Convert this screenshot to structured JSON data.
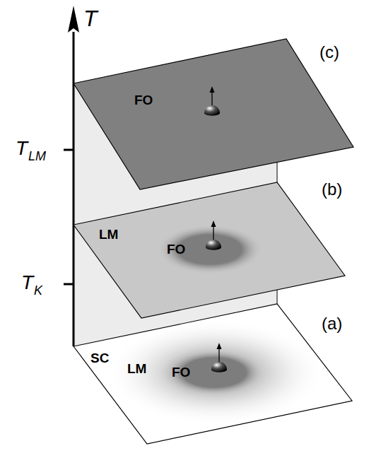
{
  "diagram": {
    "nodes": [
      {
        "text": [
          "(c)",
          "FO"
        ]
      },
      {
        "text": [
          "(b)",
          "LM"
        ]
      },
      {
        "text": [
          "FO"
        ],
        "in": 1
      },
      {
        "text": [
          "(a)",
          "SC"
        ]
      },
      {
        "text": [
          "LM"
        ],
        "in": 3
      },
      {
        "text": [
          "FO"
        ],
        "in": 4
      }
    ],
    "labels": [
      "T",
      "T",
      "LM",
      "T",
      "K"
    ]
  }
}
